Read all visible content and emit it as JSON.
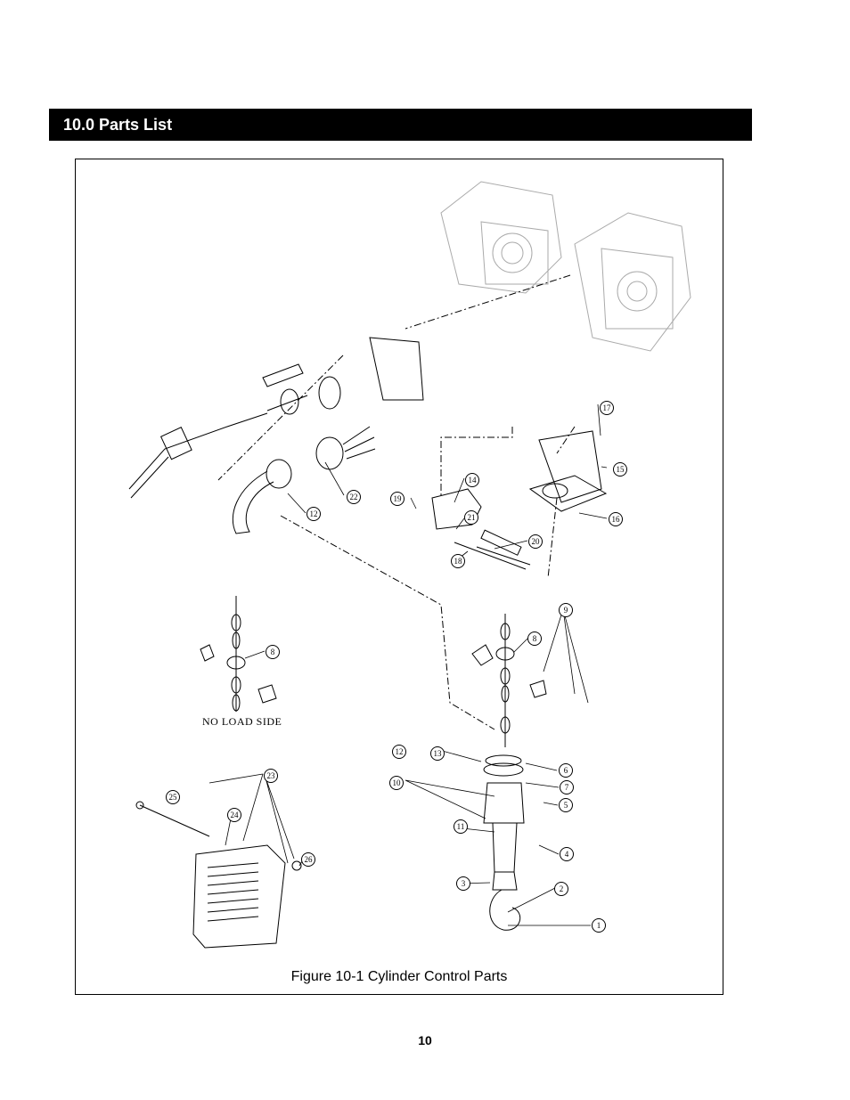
{
  "header": {
    "title": "10.0  Parts List"
  },
  "figure": {
    "caption": "Figure 10-1  Cylinder Control Parts",
    "no_load_label": "NO LOAD SIDE",
    "callouts": {
      "c1": "1",
      "c2": "2",
      "c3": "3",
      "c4": "4",
      "c5": "5",
      "c6": "6",
      "c7": "7",
      "c8a": "8",
      "c8b": "8",
      "c9": "9",
      "c10": "10",
      "c11": "11",
      "c12a": "12",
      "c12b": "12",
      "c13": "13",
      "c14": "14",
      "c15": "15",
      "c16": "16",
      "c17": "17",
      "c18": "18",
      "c19": "19",
      "c20": "20",
      "c21": "21",
      "c22": "22",
      "c23": "23",
      "c24": "24",
      "c25": "25",
      "c26": "26"
    }
  },
  "footer": {
    "page_number": "10"
  }
}
